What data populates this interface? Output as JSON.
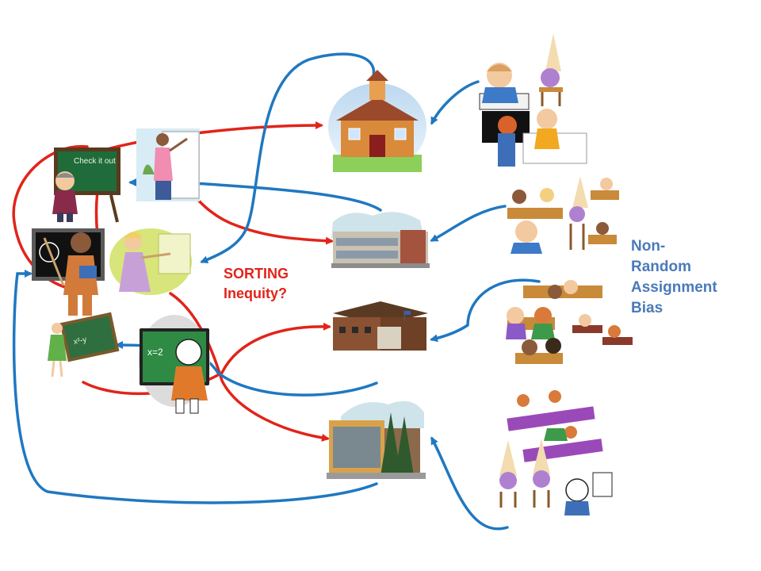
{
  "labels": {
    "sorting": [
      "SORTING",
      "Inequity?"
    ],
    "bias": [
      "Non-",
      "Random",
      "Assignment",
      "Bias"
    ]
  },
  "clipart_text": {
    "chalkboard": "Check it out",
    "math_board": "x=2"
  },
  "colors": {
    "red_arrow": "#e2231a",
    "blue_arrow": "#1f78c1",
    "sorting_text": "#e2231a",
    "bias_text": "#4a7ab8"
  },
  "icons": [
    "teacher-chalkboard-icon",
    "teacher-whiteboard-icon",
    "teacher-pointer-icon",
    "teacher-ruler-icon",
    "teacher-pointing-board-icon",
    "teacher-math-icon",
    "schoolhouse-icon",
    "modern-school-icon",
    "brick-school-icon",
    "urban-school-icon",
    "students-group-1-icon",
    "students-group-2-icon",
    "students-group-3-icon",
    "students-group-4-icon"
  ]
}
